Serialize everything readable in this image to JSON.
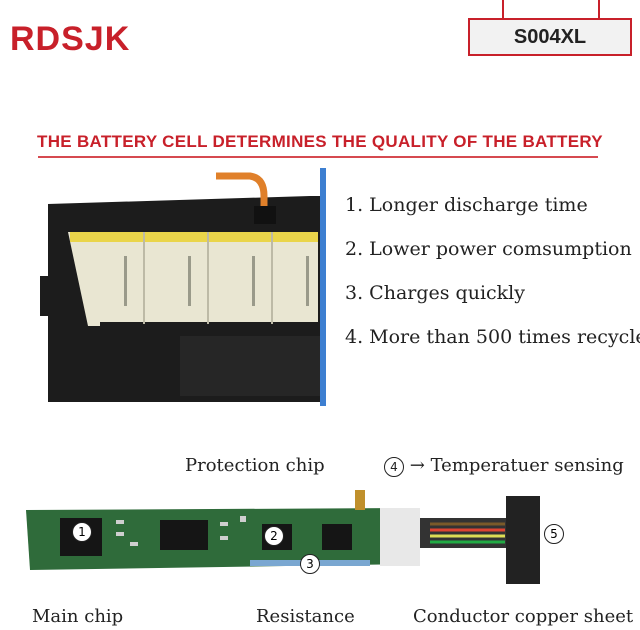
{
  "brand": {
    "logo_text": "RDSJK"
  },
  "model": "S004XL",
  "headline": "THE BATTERY CELL DETERMINES THE QUALITY OF THE BATTERY",
  "features": [
    "1. Longer discharge time",
    "2. Lower power comsumption",
    "3. Charges quickly",
    "4. More than 500 times recycle"
  ],
  "callouts": {
    "protection_chip": "Protection chip",
    "temperature": "Temperatuer sensing",
    "main_chip": "Main chip",
    "resistance": "Resistance",
    "conductor": "Conductor copper sheet",
    "num1": "1",
    "num2": "2",
    "num3": "3",
    "num4": "4",
    "num5": "5"
  },
  "colors": {
    "accent": "#c8202a",
    "board": "#2f6b3a",
    "cell": "#e9e6d2"
  }
}
